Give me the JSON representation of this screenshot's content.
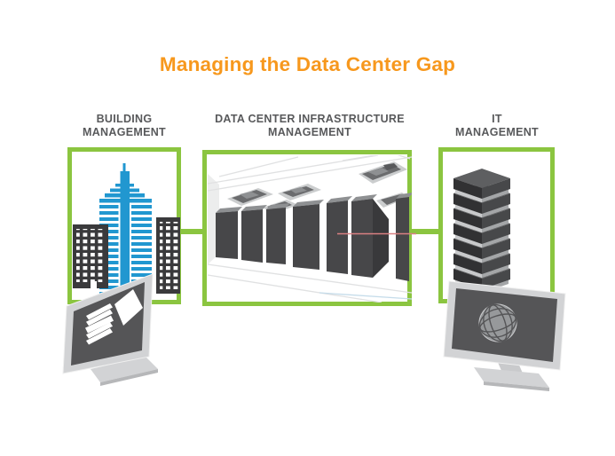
{
  "title": "Managing the Data Center Gap",
  "sections": [
    {
      "id": "building-management",
      "label": "BUILDING MANAGEMENT",
      "illustration": "city buildings with management monitor"
    },
    {
      "id": "data-center-infrastructure-management",
      "label": "DATA CENTER INFRASTRUCTURE MANAGEMENT",
      "illustration": "data center room with server racks and ceiling cooling units"
    },
    {
      "id": "it-management",
      "label": "IT MANAGEMENT",
      "illustration": "stacked server tower with monitor showing globe"
    }
  ],
  "icons": {
    "blue-skyscraper-icon": "striped high-rise tower",
    "office-building-icon": "dark building with white window grid",
    "monitor-icon": "desktop display",
    "stacked-layers-icon": "white layered floor plans on screen",
    "panel-icon": "white tilted panel on screen",
    "server-rack-icon": "dark server cabinet",
    "ceiling-unit-icon": "overhead cooling unit",
    "gap-line-icon": "thin red gap line",
    "server-stack-icon": "isometric stacked server tower",
    "globe-icon": "wireframe globe on screen"
  },
  "colors": {
    "background": "#FFFFFF",
    "title_orange": "#F7981D",
    "heading_gray": "#58595B",
    "frame_green": "#8BC540",
    "skyscraper_blue": "#2197D0",
    "building_dark_gray": "#3A3A3C",
    "rack_gray": "#474749",
    "monitor_frame_gray": "#D2D3D5",
    "screen_gray": "#555557",
    "gap_line_red": "#D98082"
  }
}
